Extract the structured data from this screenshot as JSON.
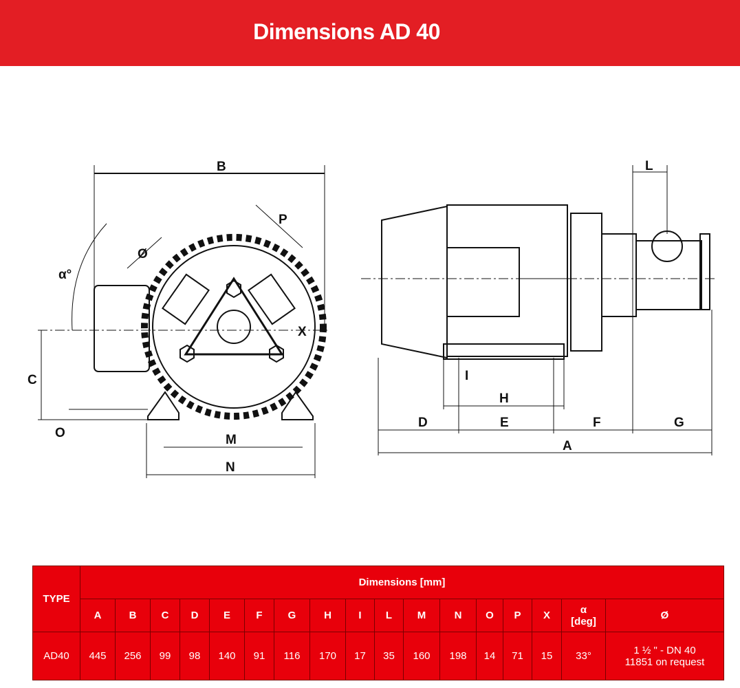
{
  "header": {
    "title": "Dimensions AD 40"
  },
  "diagram": {
    "labels": {
      "B": "B",
      "P": "P",
      "diam": "Ø",
      "alpha": "α°",
      "X": "X",
      "C": "C",
      "O": "O",
      "M": "M",
      "N": "N",
      "L": "L",
      "I": "I",
      "H": "H",
      "D": "D",
      "E": "E",
      "F": "F",
      "G": "G",
      "A": "A"
    }
  },
  "table": {
    "type_header": "TYPE",
    "group_header": "Dimensions [mm]",
    "columns": [
      "A",
      "B",
      "C",
      "D",
      "E",
      "F",
      "G",
      "H",
      "I",
      "L",
      "M",
      "N",
      "O",
      "P",
      "X"
    ],
    "alpha_header": [
      "α",
      "[deg]"
    ],
    "diam_header": "Ø",
    "row": {
      "type": "AD40",
      "values": [
        "445",
        "256",
        "99",
        "98",
        "140",
        "91",
        "116",
        "170",
        "17",
        "35",
        "160",
        "198",
        "14",
        "71",
        "15"
      ],
      "alpha": "33°",
      "diam": [
        "1 ½ \" - DN 40",
        "11851 on request"
      ]
    }
  },
  "colors": {
    "brand_red": "#e31e24",
    "table_red": "#e8000b"
  }
}
